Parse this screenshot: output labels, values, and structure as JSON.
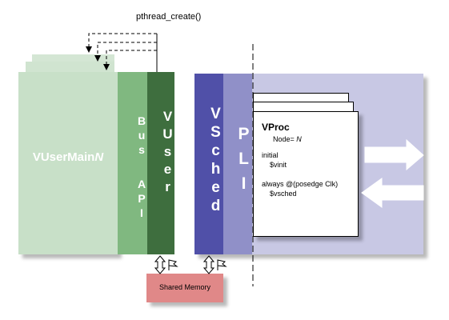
{
  "pthread_label": "pthread_create()",
  "vusermain": {
    "label_main": "VUserMain",
    "label_suffix": "N"
  },
  "bus_api": {
    "line1": "Bus",
    "line2": "API"
  },
  "vuser": {
    "label": "VUser"
  },
  "vsched": {
    "label": "VSched"
  },
  "pli": {
    "label": "PLI"
  },
  "vproc": {
    "title": "VProc",
    "node_prefix": "Node= ",
    "node_value": "N",
    "initial": "initial",
    "vinit": "$vinit",
    "always": "always @(posedge Clk)",
    "vsched_call": "$vsched"
  },
  "shared_memory": {
    "label": "Shared Memory"
  },
  "colors": {
    "vusermain": "#c8e0c8",
    "bus_api": "#80b880",
    "vuser": "#3e6e3e",
    "vsched": "#5050a8",
    "pli": "#9090c8",
    "kernel_bg": "#c8c8e4",
    "shared_memory": "#e08888"
  }
}
